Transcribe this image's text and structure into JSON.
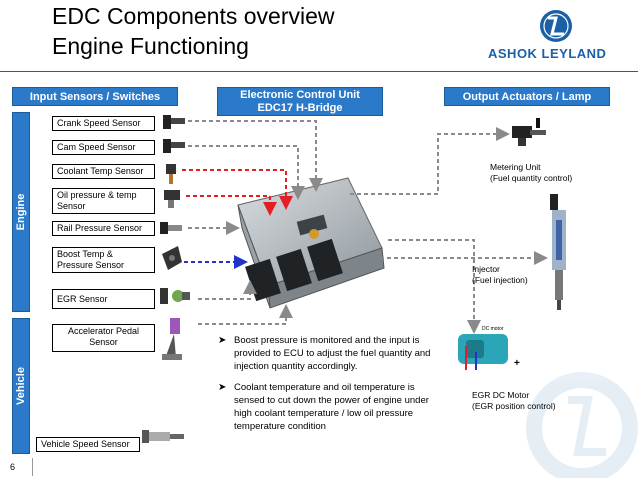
{
  "title": {
    "line1": "EDC Components overview",
    "line2": "Engine Functioning"
  },
  "logo": {
    "text": "ASHOK LEYLAND"
  },
  "headers": {
    "inputs": "Input Sensors / Switches",
    "ecu_line1": "Electronic Control Unit",
    "ecu_line2": "EDC17 H-Bridge",
    "outputs": "Output Actuators / Lamp"
  },
  "groups": {
    "engine": "Engine",
    "vehicle": "Vehicle"
  },
  "sensors": {
    "crank": "Crank Speed Sensor",
    "cam": "Cam Speed Sensor",
    "coolant": "Coolant Temp Sensor",
    "oil_line1": "Oil pressure & temp",
    "oil_line2": "Sensor",
    "rail": "Rail Pressure Sensor",
    "boost_line1": "Boost Temp &",
    "boost_line2": "Pressure Sensor",
    "egr": "EGR Sensor",
    "accel_line1": "Accelerator Pedal",
    "accel_line2": "Sensor",
    "vehicle_speed": "Vehicle Speed Sensor"
  },
  "actuators": {
    "metering_line1": "Metering Unit",
    "metering_line2": "(Fuel quantity control)",
    "injector_line1": "Injector",
    "injector_line2": "(Fuel injection)",
    "egr_line1": "EGR DC Motor",
    "egr_line2": "(EGR position control)",
    "dc_motor_tag": "DC motor"
  },
  "notes": [
    {
      "text": "Boost pressure  is monitored and the input is provided to ECU to adjust the fuel quantity and injection quantity accordingly."
    },
    {
      "text": "Coolant temperature and oil temperature is sensed to cut down the power of engine under high coolant temperature / low oil pressure temperature condition"
    }
  ],
  "page_number": "6",
  "colors": {
    "header_blue": "#2a7ac9",
    "logo_blue": "#1a5fa8",
    "arrow_grey": "#8a8a8a",
    "arrow_red": "#e31e24",
    "arrow_blue": "#2233cc"
  }
}
